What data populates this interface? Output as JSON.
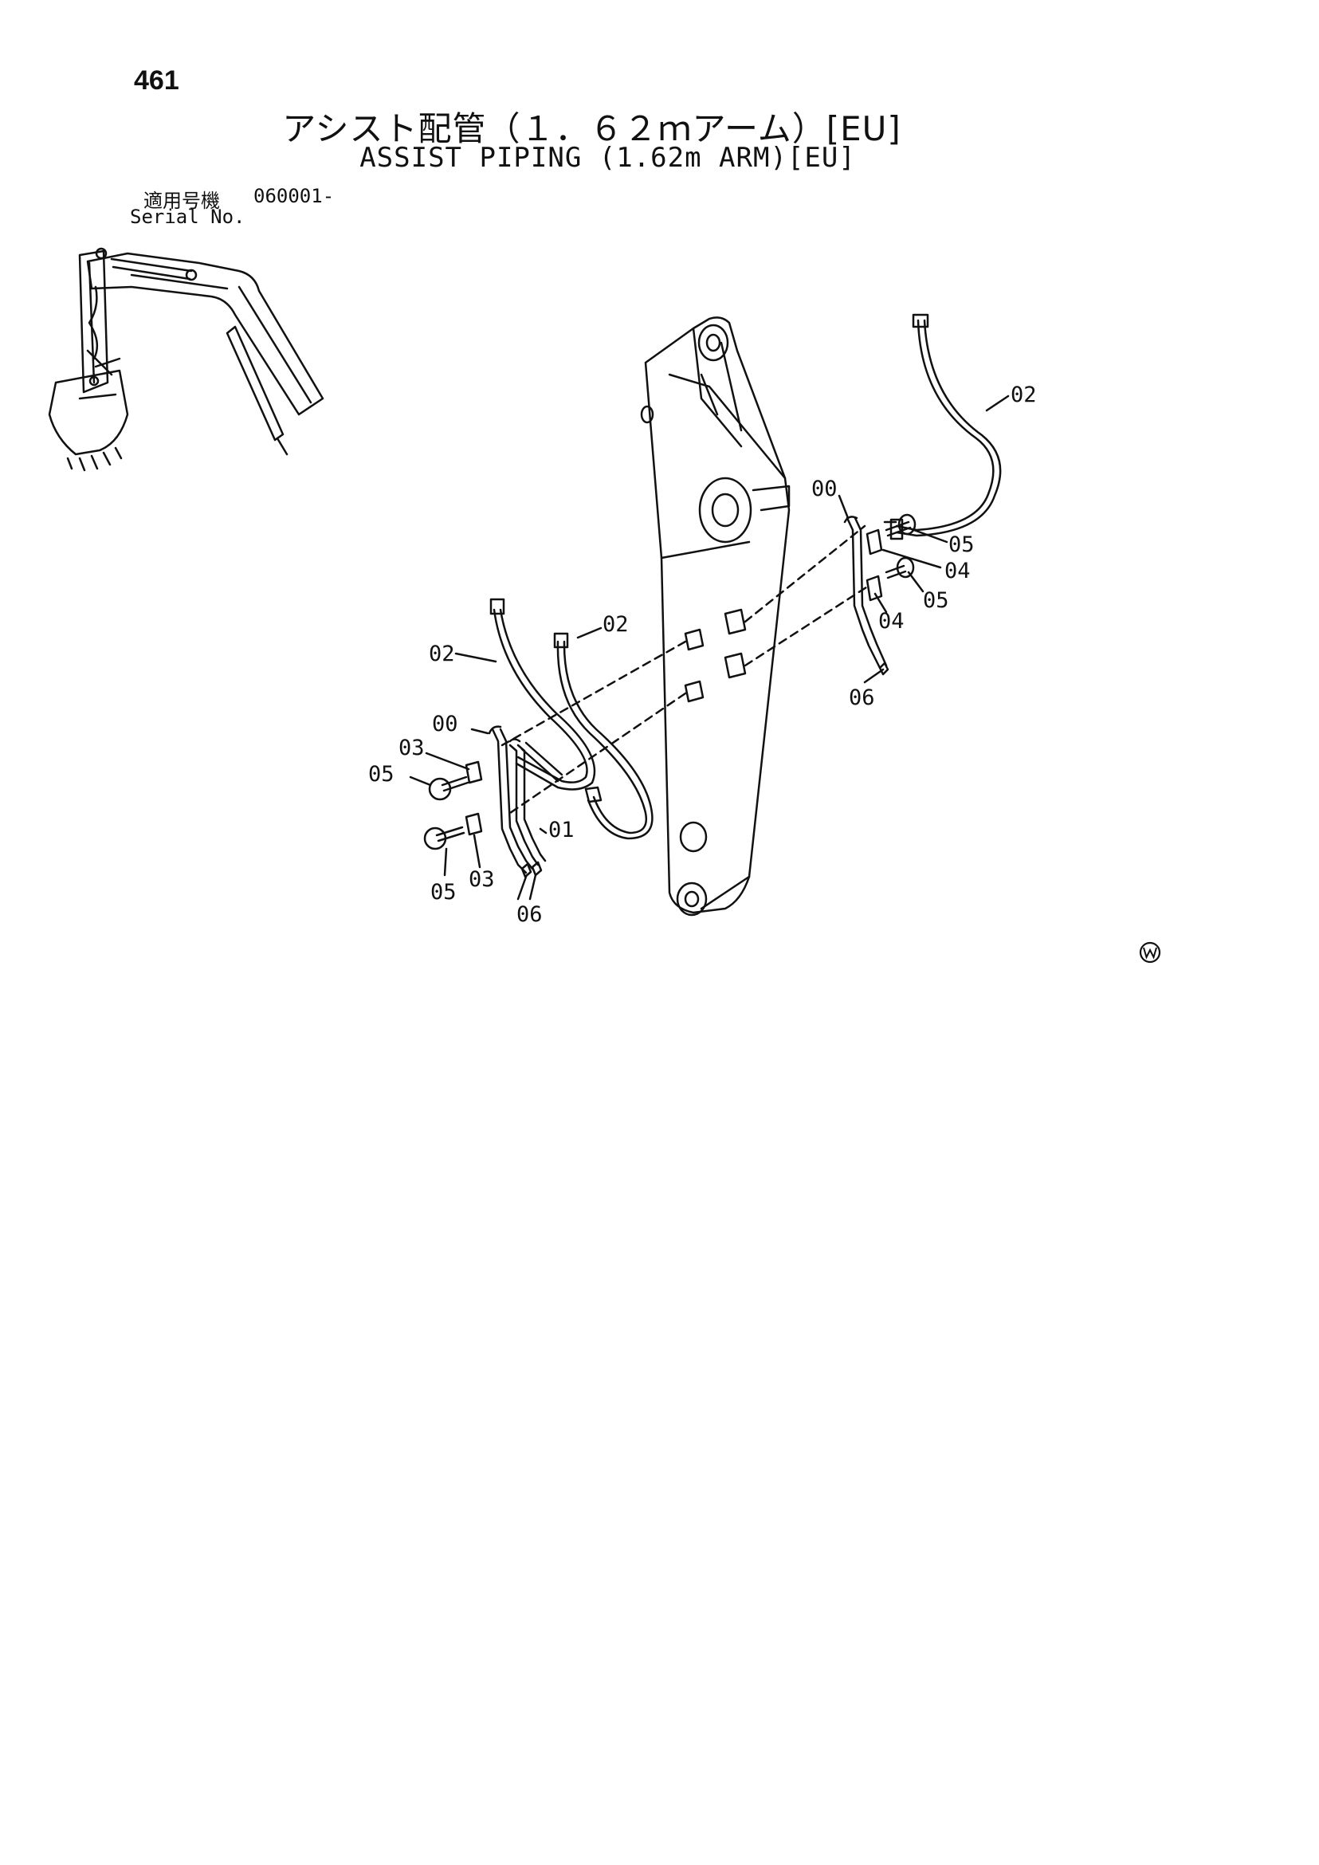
{
  "page_number": "461",
  "title_jp": "アシスト配管（１．６２ｍアーム）[EU]",
  "title_en": "ASSIST PIPING (1.62m ARM)[EU]",
  "serial": {
    "label_jp": "適用号機",
    "label_en": "Serial No.",
    "value": "060001-"
  },
  "callouts": {
    "c02_top_right": "02",
    "c00_right": "00",
    "c05_right_a": "05",
    "c04_right_a": "04",
    "c05_right_b": "05",
    "c04_right_b": "04",
    "c06_right": "06",
    "c02_mid": "02",
    "c02_left": "02",
    "c00_left": "00",
    "c03_left_a": "03",
    "c05_left_a": "05",
    "c01_left": "01",
    "c05_left_b": "05",
    "c03_left_b": "03",
    "c06_left": "06"
  },
  "icons": {
    "w_mark": "circled-w-icon",
    "overview": "excavator-overview-icon",
    "arm": "arm-assembly-icon"
  }
}
